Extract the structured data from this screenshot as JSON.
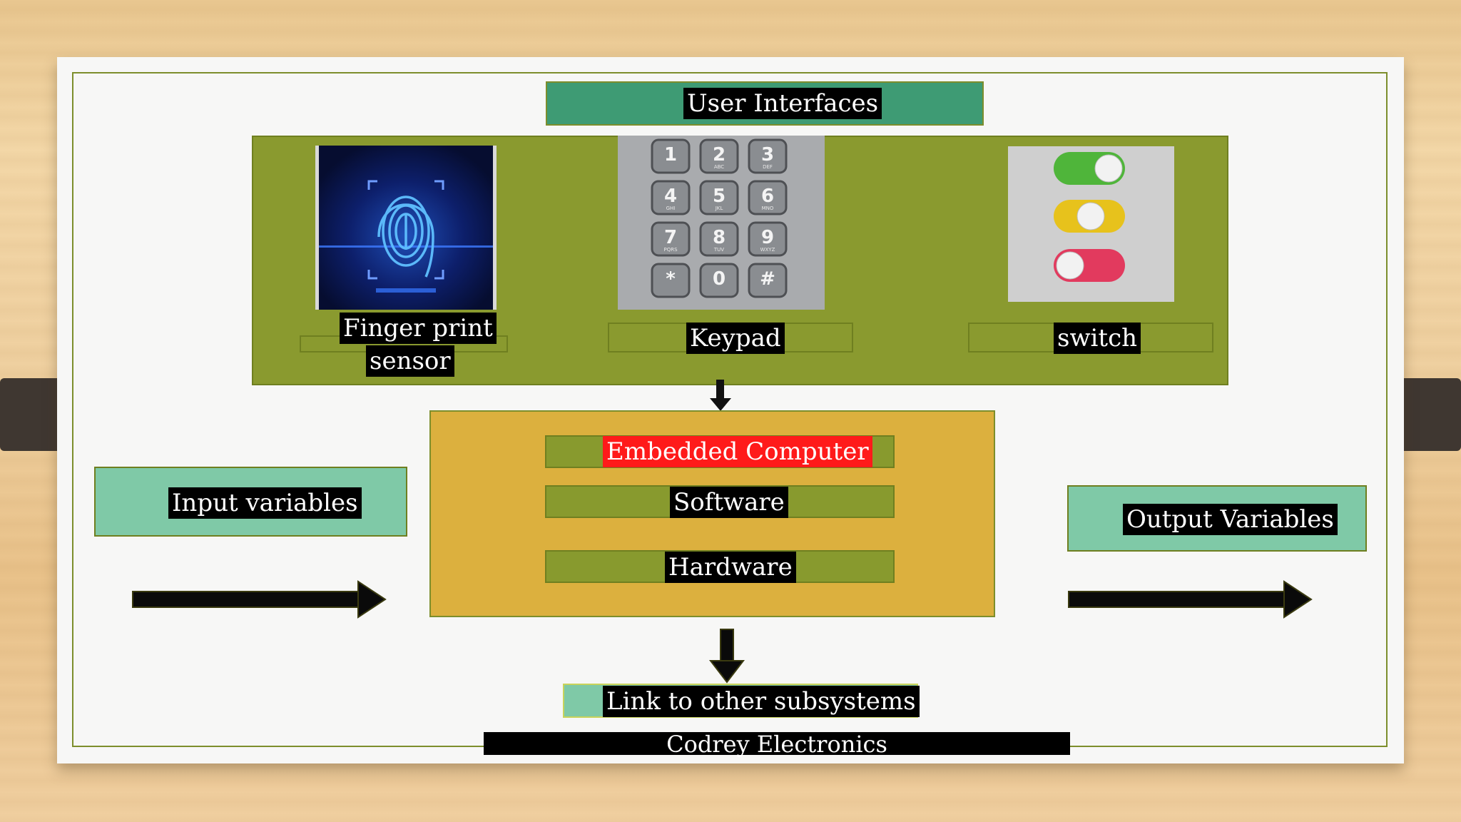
{
  "diagram": {
    "title": "User Interfaces",
    "interfaces": [
      {
        "label_lines": [
          "Finger print",
          "sensor"
        ],
        "icon": "fingerprint-icon"
      },
      {
        "label": "Keypad",
        "icon": "keypad-icon",
        "keys": [
          [
            "1",
            "2",
            "3"
          ],
          [
            "4",
            "5",
            "6"
          ],
          [
            "7",
            "8",
            "9"
          ],
          [
            "*",
            "0",
            "#"
          ]
        ],
        "sub_letters": [
          "",
          "ABC",
          "DEF",
          "GHI",
          "JKL",
          "MNO",
          "PQRS",
          "TUV",
          "WXYZ",
          "",
          "",
          ""
        ]
      },
      {
        "label": "switch",
        "icon": "toggle-switches-icon"
      }
    ],
    "embedded": {
      "title": "Embedded Computer",
      "layers": [
        "Software",
        "Hardware"
      ]
    },
    "input": "Input variables",
    "output": "Output Variables",
    "link": "Link to other subsystems",
    "footer": "Codrey Electronics"
  },
  "colors": {
    "title_bar": "#3e9b74",
    "panel_green": "#8a9a2f",
    "embedded_gold": "#dcb03e",
    "teal": "#7fc9a7",
    "highlight_red": "#ff1a1a",
    "label_bg": "#000000"
  }
}
